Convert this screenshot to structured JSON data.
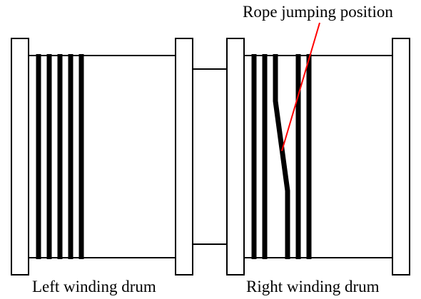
{
  "labels": {
    "left_drum": "Left winding drum",
    "right_drum": "Right winding drum",
    "annotation": "Rope jumping position"
  },
  "colors": {
    "stroke": "#000000",
    "annotation_line": "#ff0000",
    "background": "#ffffff"
  }
}
